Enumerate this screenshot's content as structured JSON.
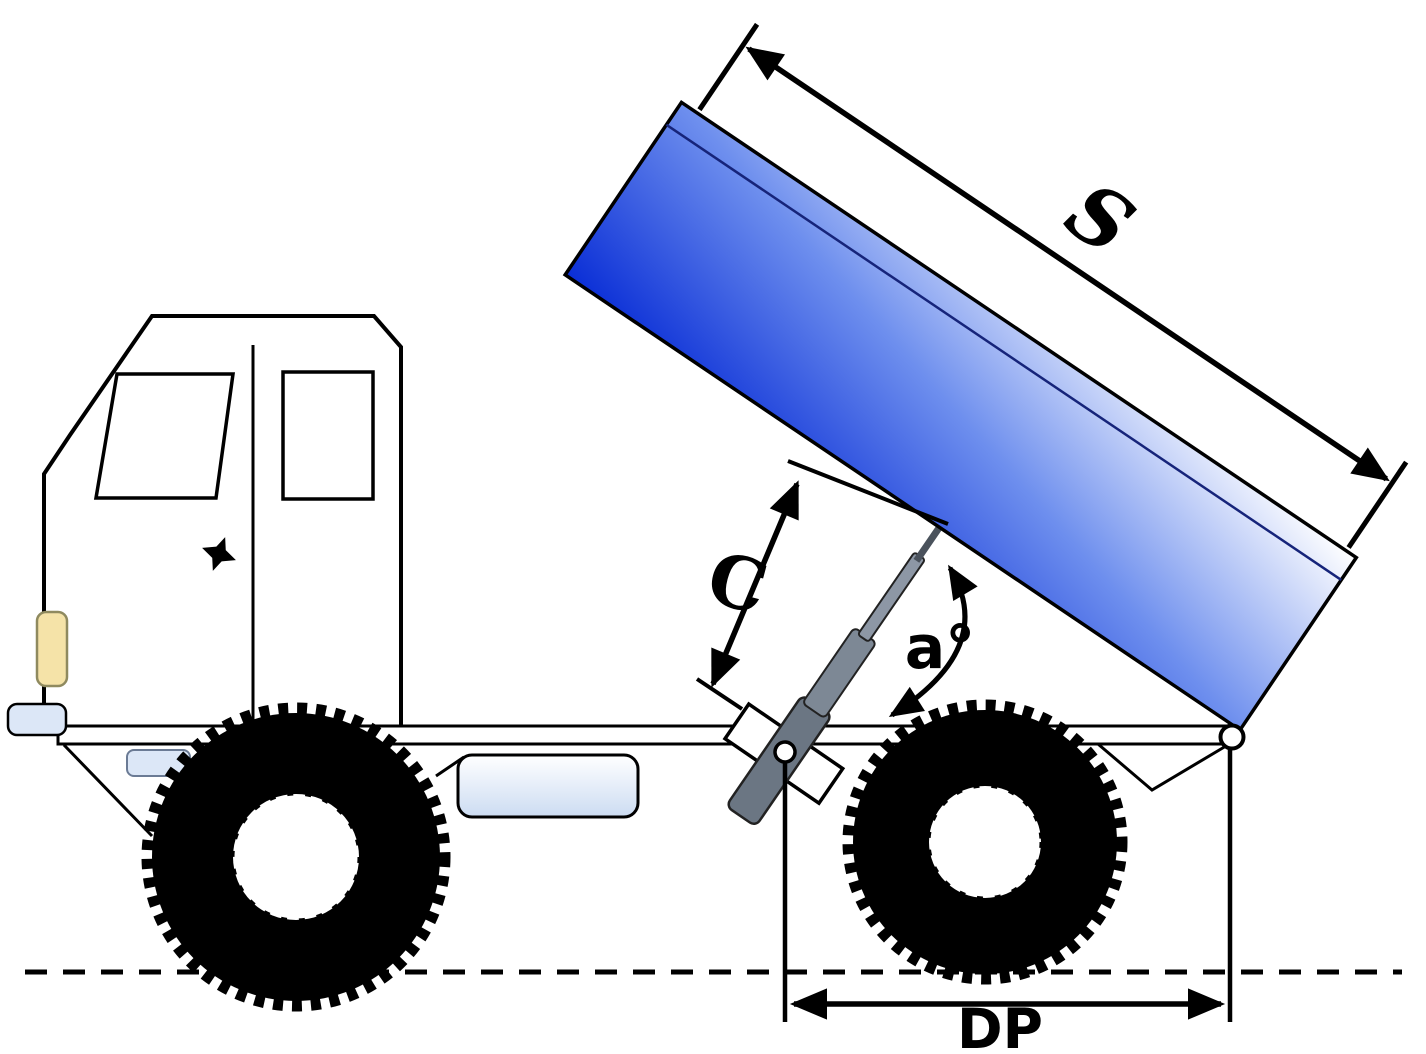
{
  "page": {
    "title": "Tipper truck dimensioning diagram",
    "background": "#ffffff"
  },
  "labels": {
    "bed_length": "S",
    "cylinder_stroke": "C",
    "tip_angle": "a°",
    "wheelbase": "DP"
  },
  "colors": {
    "ink": "#000000",
    "bed-blue": "#0a2ed6",
    "bed-blue-mid": "#6e8fee",
    "bed-inner-line": "#16247a",
    "marker-yellow": "#f5e3a8",
    "marker-yellow-border": "#8f8a5f",
    "light-blue": "#dce7f7",
    "light-blue-border": "#6b7b95",
    "cyl-dark": "#6b7683",
    "cyl-mid": "#7d8895",
    "cyl-light": "#8d97a5",
    "cyl-tip": "#4a525c",
    "tank-tint": "#ccdcf2"
  }
}
